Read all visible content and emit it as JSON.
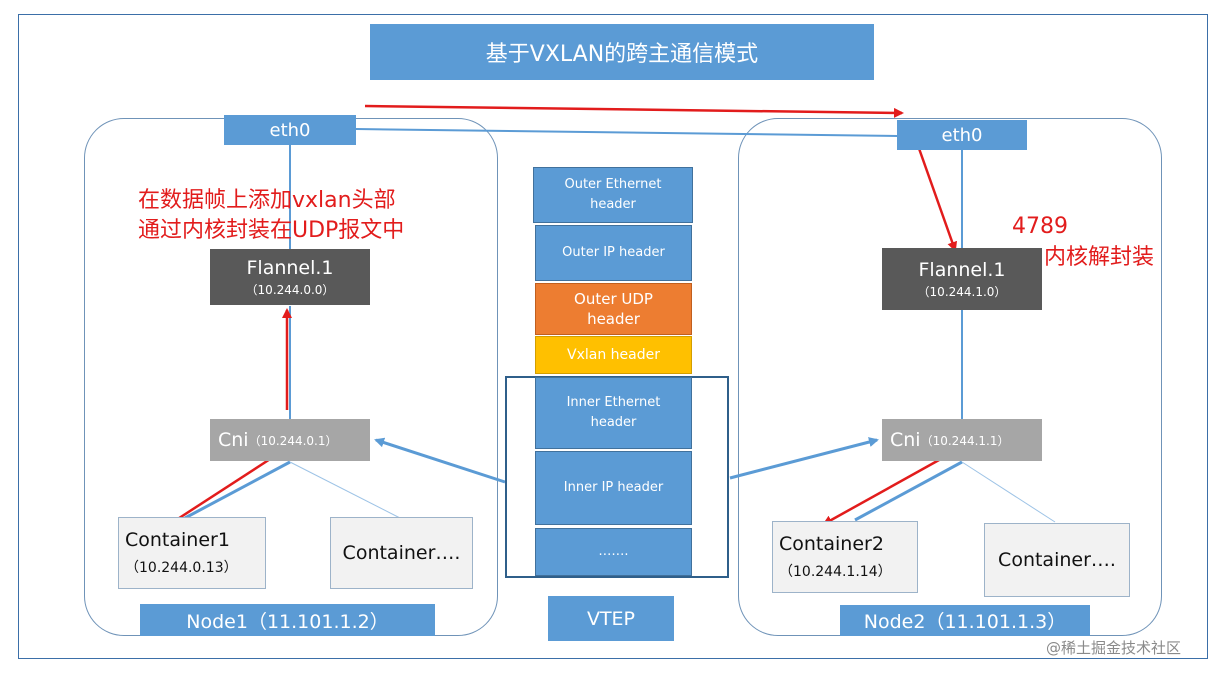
{
  "title": "基于VXLAN的跨主通信模式",
  "node1": {
    "eth": "eth0",
    "flannel_name": "Flannel.1",
    "flannel_ip": "（10.244.0.0）",
    "cni_name": "Cni",
    "cni_ip": "（10.244.0.1）",
    "container1_name": "Container1",
    "container1_ip": "（10.244.0.13）",
    "container_other": "Container….",
    "label": "Node1（11.101.1.2）",
    "note_line1": "在数据帧上添加vxlan头部",
    "note_line2": "通过内核封装在UDP报文中"
  },
  "node2": {
    "eth": "eth0",
    "flannel_name": "Flannel.1",
    "flannel_ip": "（10.244.1.0）",
    "cni_name": "Cni",
    "cni_ip": "（10.244.1.1）",
    "container2_name": "Container2",
    "container2_ip": "（10.244.1.14）",
    "container_other": "Container….",
    "label": "Node2（11.101.1.3）",
    "note_port": "4789",
    "note_action": "内核解封装"
  },
  "packet": {
    "outer_eth": "Outer Ethernet header",
    "outer_ip": "Outer IP header",
    "outer_udp": "Outer UDP header",
    "vxlan": "Vxlan header",
    "inner_eth": "Inner  Ethernet header",
    "inner_ip": "Inner  IP header",
    "dots": "…….",
    "vtep": "VTEP"
  },
  "colors": {
    "box_blue": "#5b9bd5",
    "udp_orange": "#ed7d31",
    "vxlan_gold": "#ffc000",
    "flannel_gray": "#595959",
    "cni_gray": "#a6a6a6",
    "arrow_red": "#e21c1c"
  },
  "watermark": "@稀土掘金技术社区"
}
